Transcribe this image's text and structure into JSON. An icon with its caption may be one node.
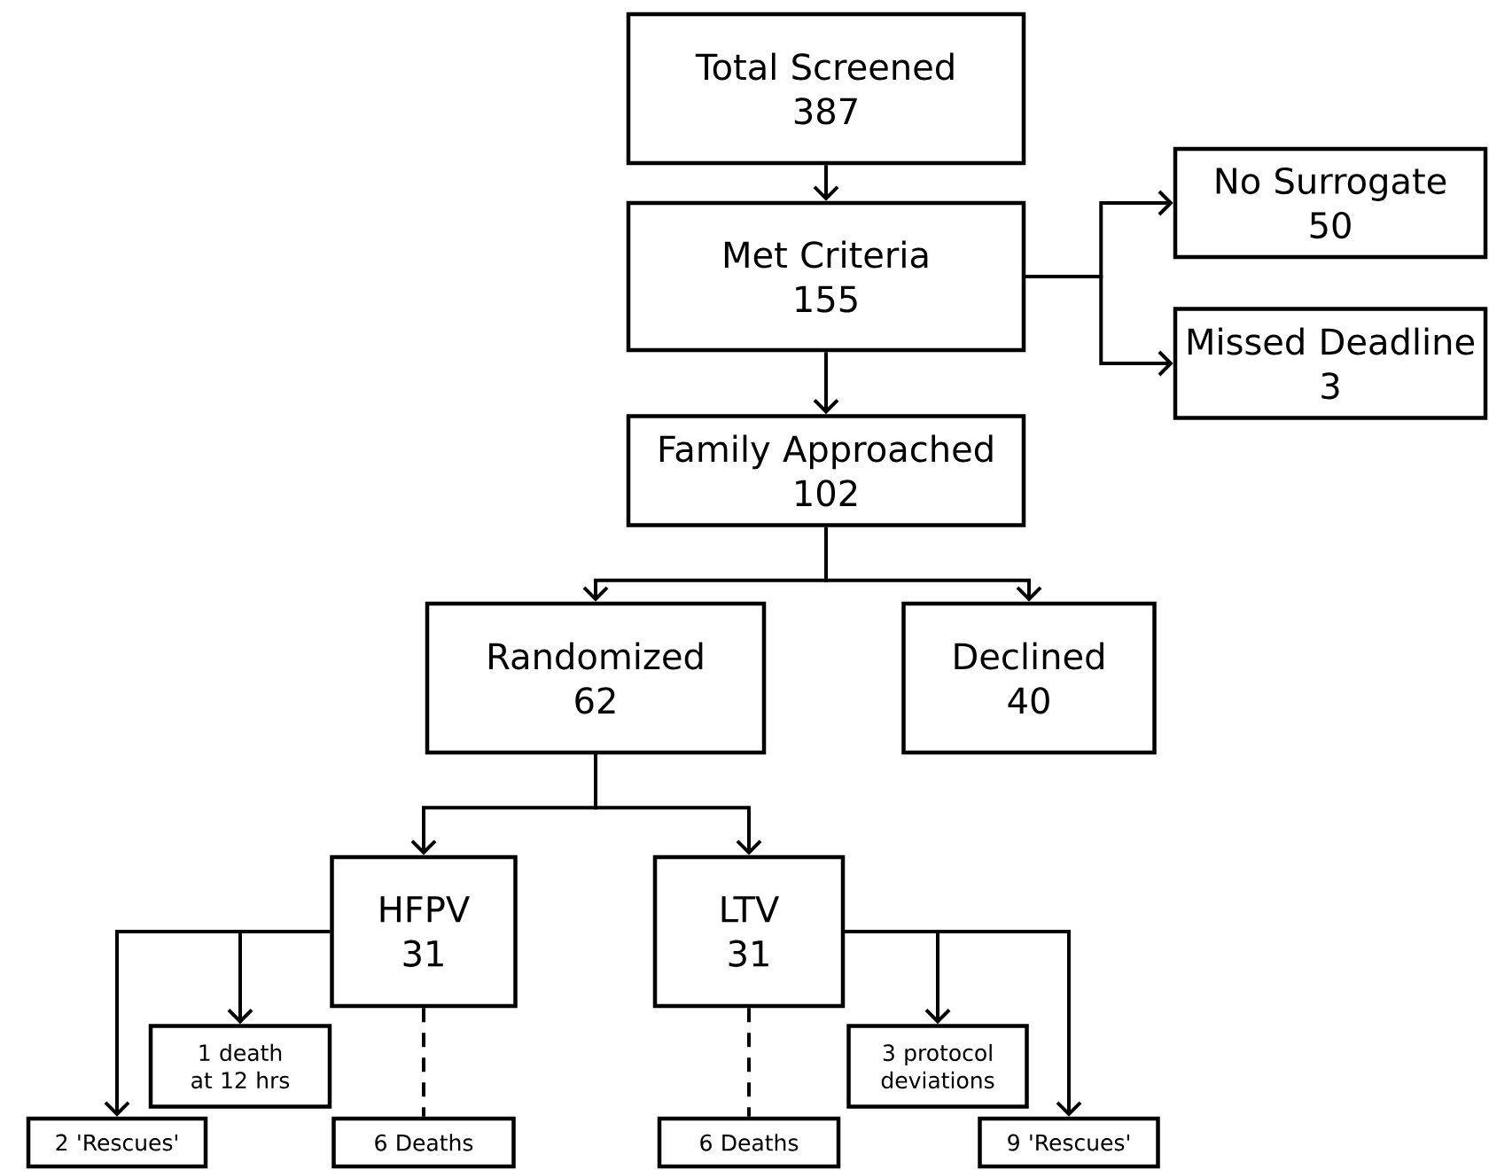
{
  "diagram": {
    "nodes": [
      {
        "text": [
          "Total Screened",
          "387"
        ]
      },
      {
        "text": [
          "Met Criteria",
          "155"
        ]
      },
      {
        "text": [
          "No Surrogate",
          "50"
        ]
      },
      {
        "text": [
          "Missed Deadline",
          "3"
        ]
      },
      {
        "text": [
          "Family Approached",
          "102"
        ]
      },
      {
        "text": [
          "Randomized",
          "62"
        ]
      },
      {
        "text": [
          "Declined",
          "40"
        ]
      },
      {
        "text": [
          "HFPV",
          "31"
        ]
      },
      {
        "text": [
          "LTV",
          "31"
        ]
      },
      {
        "text": [
          "1 death at 12 hrs"
        ]
      },
      {
        "text": [
          "2 'Rescues'"
        ]
      },
      {
        "text": [
          "6 Deaths"
        ]
      },
      {
        "text": [
          "3 protocol deviations"
        ]
      },
      {
        "text": [
          "6 Deaths"
        ]
      },
      {
        "text": [
          "9 'Rescues'"
        ]
      }
    ],
    "edges": [
      {
        "from": 0,
        "to": 1,
        "arrow": "to"
      },
      {
        "from": 1,
        "to": 2,
        "arrow": "to"
      },
      {
        "from": 1,
        "to": 3,
        "arrow": "to"
      },
      {
        "from": 1,
        "to": 4,
        "arrow": "to"
      },
      {
        "from": 4,
        "to": 5,
        "arrow": "to"
      },
      {
        "from": 4,
        "to": 6,
        "arrow": "to"
      },
      {
        "from": 5,
        "to": 7,
        "arrow": "to"
      },
      {
        "from": 5,
        "to": 8,
        "arrow": "to"
      },
      {
        "from": 7,
        "to": 10,
        "arrow": "to"
      },
      {
        "from": 7,
        "to": 9,
        "arrow": "to"
      },
      {
        "from": 7,
        "to": 11,
        "arrow": "none",
        "style": "dashed"
      },
      {
        "from": 8,
        "to": 12,
        "arrow": "to"
      },
      {
        "from": 8,
        "to": 14,
        "arrow": "to"
      },
      {
        "from": 8,
        "to": 13,
        "arrow": "none",
        "style": "dashed"
      }
    ]
  }
}
